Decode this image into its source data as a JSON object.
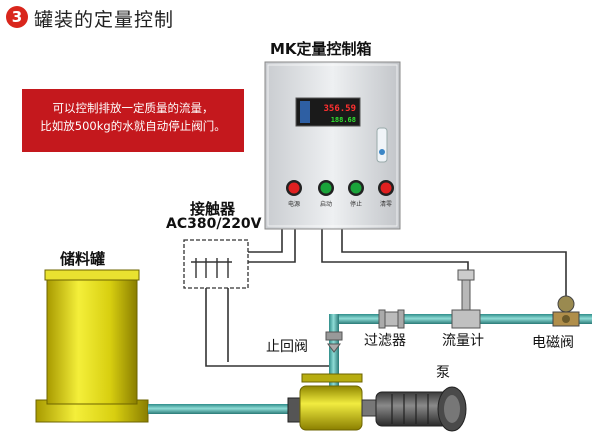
{
  "step_number": "3",
  "title": "罐装的定量控制",
  "note_line1": "可以控制排放一定质量的流量，",
  "note_line2": "比如放500kg的水就自动停止阀门。",
  "box_title": "MK定量控制箱",
  "display_top": "356.59",
  "display_bottom": "188.68",
  "buttons": [
    "电源",
    "启动",
    "停止",
    "清零"
  ],
  "button_colors": [
    "#e02020",
    "#1aa33a",
    "#1aa33a",
    "#e02020"
  ],
  "contactor_title": "接触器",
  "contactor_voltage": "AC380/220V",
  "tank_label": "储料罐",
  "check_valve_label": "止回阀",
  "filter_label": "过滤器",
  "flowmeter_label": "流量计",
  "solenoid_label": "电磁阀",
  "pump_label": "泵"
}
